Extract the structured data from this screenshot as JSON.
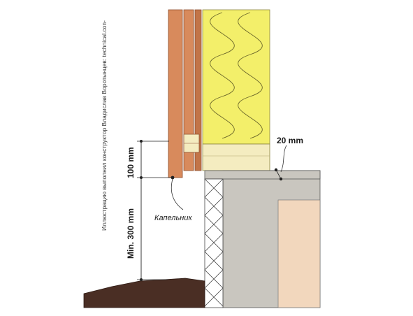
{
  "credit": "Иллюстрацию выполнил конструктор Владислав Воротынцев: technical.con-",
  "labels": {
    "dim_100": "100 mm",
    "dim_300": "Min. 300 mm",
    "dim_20": "20 mm",
    "drip_edge": "Капельник"
  },
  "colors": {
    "board": "#d88a5c",
    "board_dark": "#c27448",
    "insulation": "#f3ef6a",
    "batten": "#f4ecc0",
    "concrete": "#c9c6bf",
    "inset": "#f2d7bd",
    "soil": "#4a2e24",
    "line": "#222222"
  }
}
